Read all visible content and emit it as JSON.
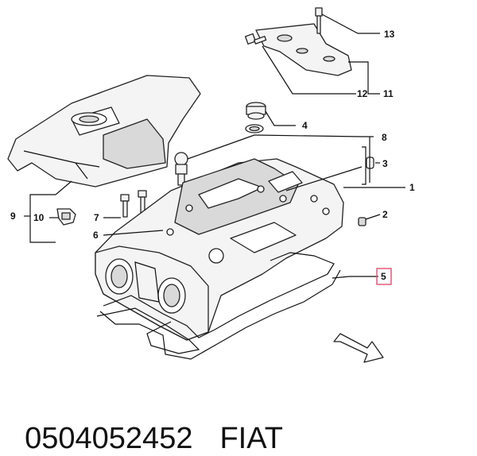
{
  "diagram": {
    "callouts": {
      "c1": "1",
      "c2": "2",
      "c3": "3",
      "c4": "4",
      "c5": "5",
      "c6": "6",
      "c7": "7",
      "c8": "8",
      "c9": "9",
      "c10": "10",
      "c11": "11",
      "c12": "12",
      "c13": "13"
    },
    "highlight_color": "#e05a78"
  },
  "caption": {
    "part_number": "0504052452",
    "brand": "FIAT"
  }
}
